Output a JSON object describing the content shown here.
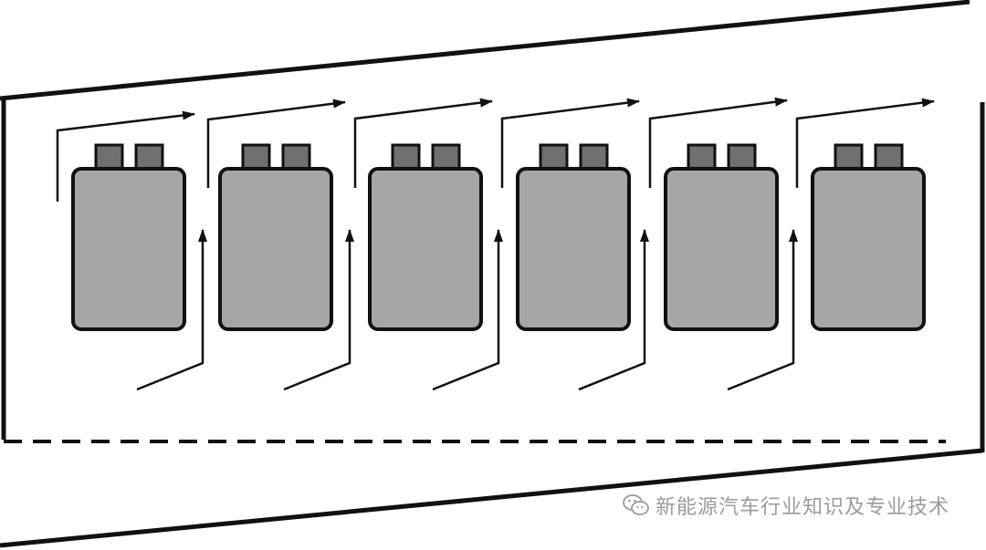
{
  "diagram": {
    "description_free": true,
    "battery_cell_count": 6,
    "airflow_arrow_count": 11,
    "colors": {
      "outline": "#111111",
      "cell_fill": "#a6a6a6",
      "terminal_fill": "#707070",
      "background": "#ffffff"
    }
  },
  "watermark": {
    "logo_icon": "wechat-icon",
    "text": "新能源汽车行业知识及专业技术"
  }
}
